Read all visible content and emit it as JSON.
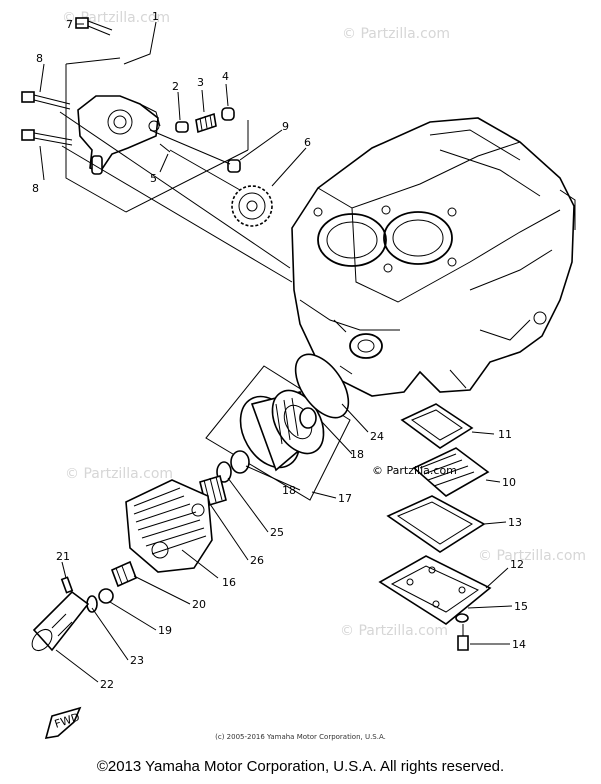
{
  "watermarks": [
    "© Partzilla.com",
    "© Partzilla.com",
    "© Partzilla.com",
    "© Partzilla.com",
    "© Partzilla.com"
  ],
  "center_watermark": "© Partzilla.com",
  "callouts": [
    "1",
    "2",
    "3",
    "4",
    "5",
    "6",
    "7",
    "8",
    "8",
    "9",
    "10",
    "11",
    "12",
    "13",
    "14",
    "15",
    "16",
    "17",
    "18",
    "18",
    "19",
    "20",
    "21",
    "22",
    "23",
    "24",
    "25",
    "26"
  ],
  "arrow_label": "FWD",
  "small_copyright": "(c) 2005-2016 Yamaha Motor Corporation, U.S.A.",
  "footer": "©2013 Yamaha Motor Corporation, U.S.A. All rights reserved."
}
